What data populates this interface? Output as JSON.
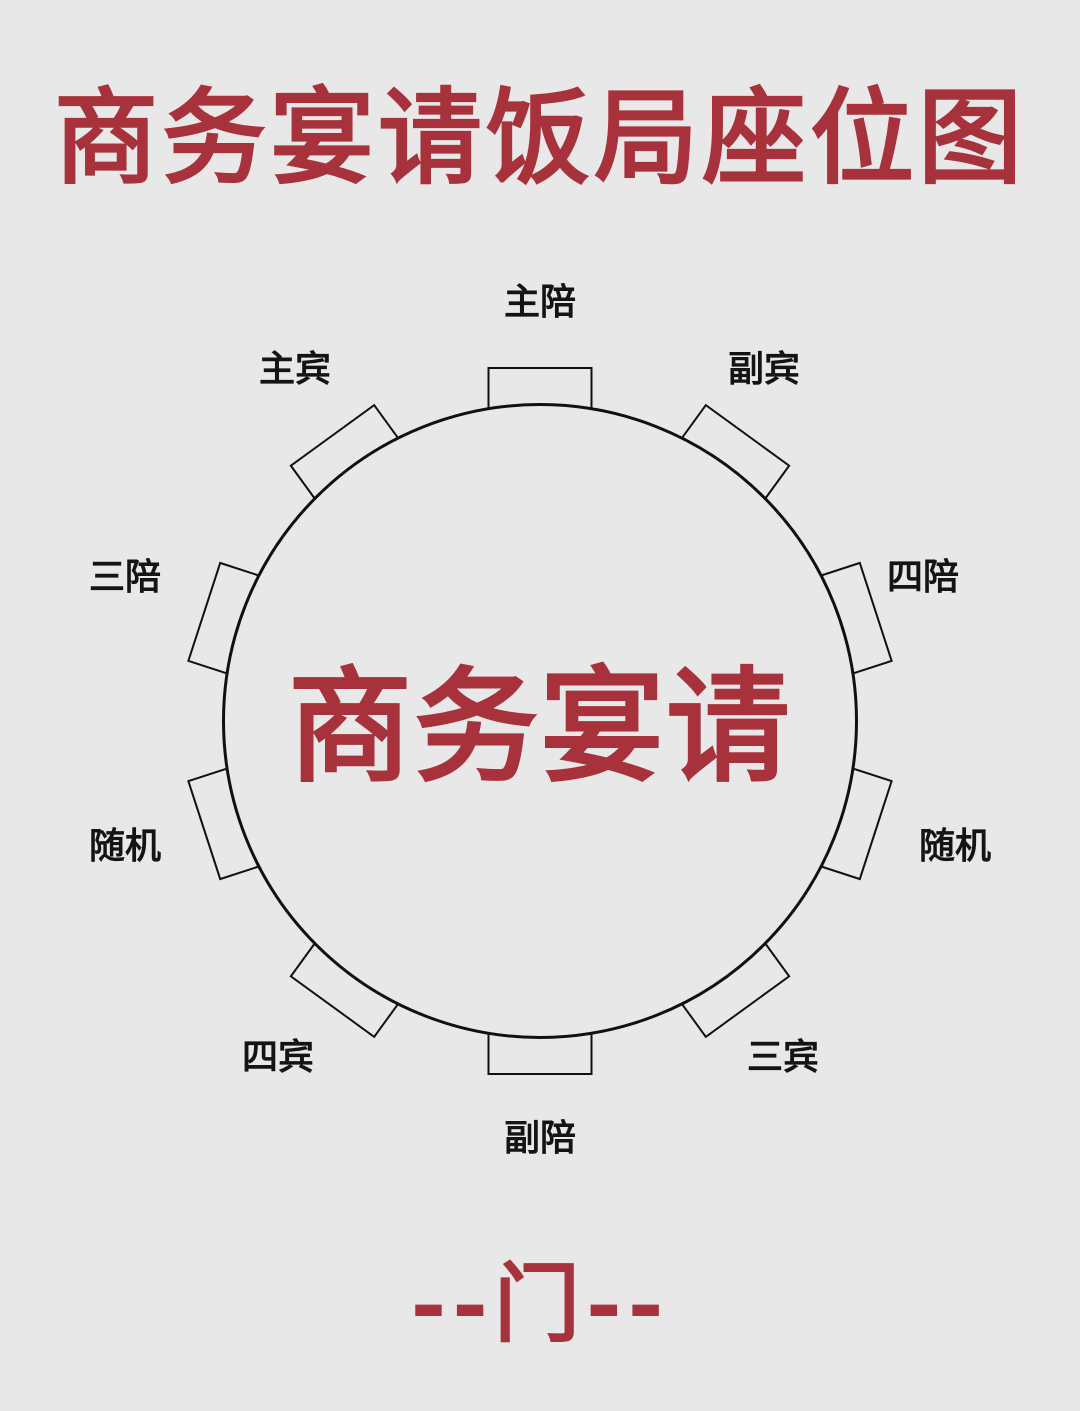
{
  "title": "商务宴请饭局座位图",
  "table": {
    "center_label": "商务宴请",
    "shape": "round",
    "seat_count": 10
  },
  "seats": [
    {
      "label": "主陪",
      "position": "top"
    },
    {
      "label": "副宾",
      "position": "top-right"
    },
    {
      "label": "四陪",
      "position": "right-upper"
    },
    {
      "label": "随机",
      "position": "right-lower"
    },
    {
      "label": "三宾",
      "position": "bottom-right"
    },
    {
      "label": "副陪",
      "position": "bottom"
    },
    {
      "label": "四宾",
      "position": "bottom-left"
    },
    {
      "label": "随机",
      "position": "left-lower"
    },
    {
      "label": "三陪",
      "position": "left-upper"
    },
    {
      "label": "主宾",
      "position": "top-left"
    }
  ],
  "door": {
    "label": "--门--"
  },
  "colors": {
    "background": "#e8e8e8",
    "accent": "#a8323c",
    "text": "#141414",
    "line": "#111111"
  }
}
